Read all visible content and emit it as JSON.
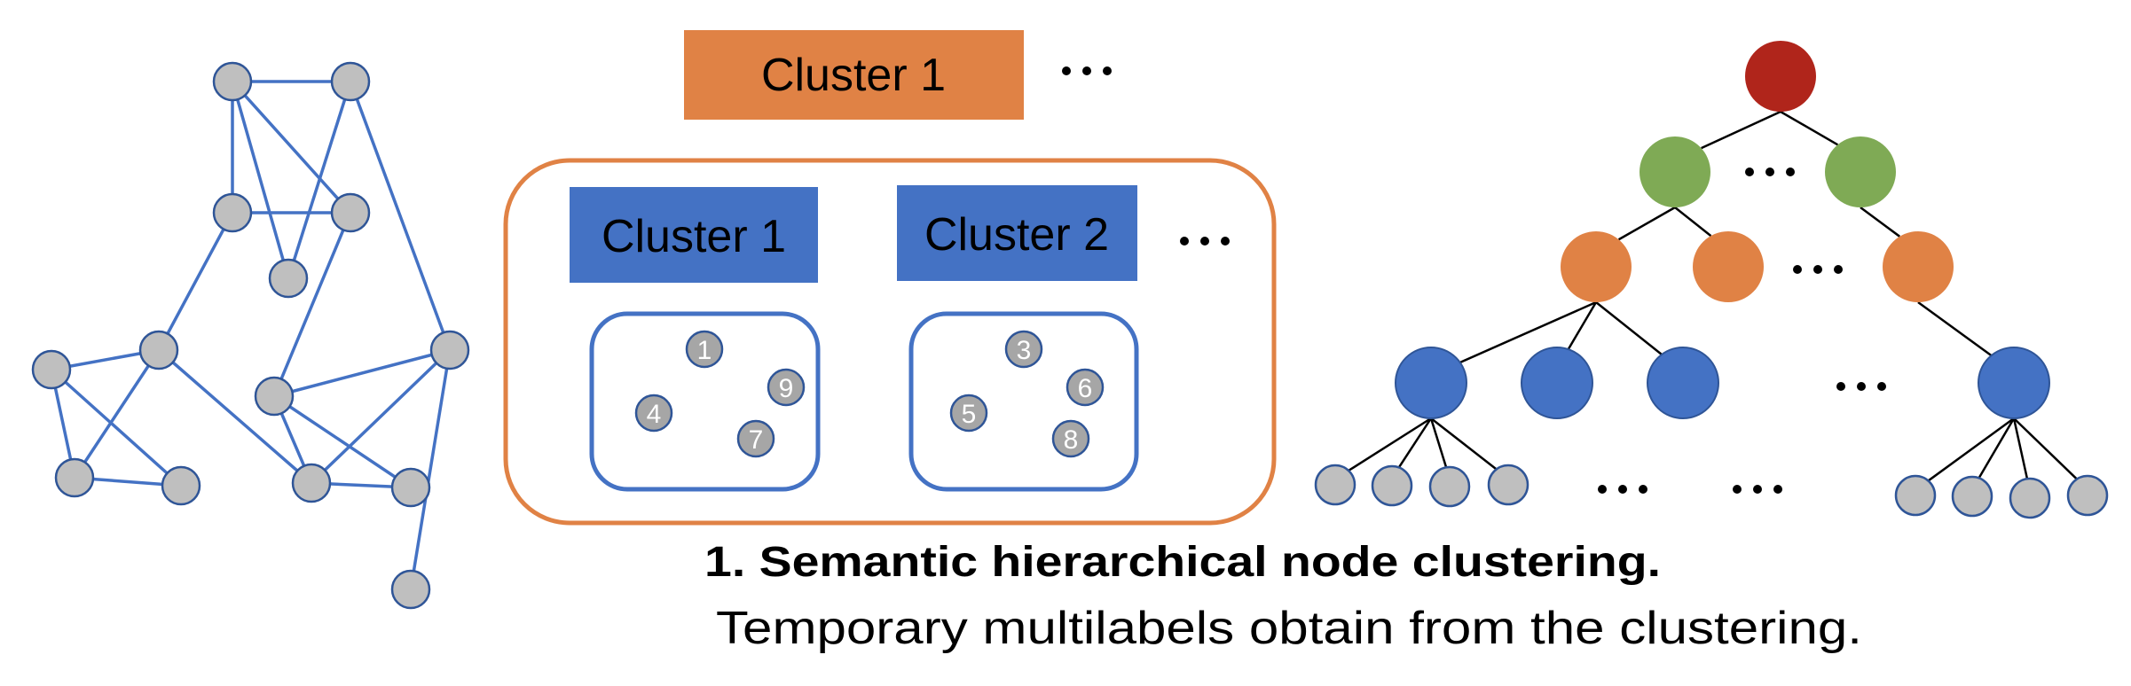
{
  "top_cluster": {
    "label": "Cluster 1",
    "ellipsis": "···"
  },
  "sub_clusters": [
    {
      "label": "Cluster 1",
      "nodes": [
        "1",
        "9",
        "4",
        "7"
      ]
    },
    {
      "label": "Cluster 2",
      "nodes": [
        "3",
        "6",
        "5",
        "8"
      ]
    }
  ],
  "sub_cluster_ellipsis": "···",
  "caption": {
    "title": "1. Semantic hierarchical node clustering.",
    "subtitle": "Temporary multilabels obtain from the clustering."
  },
  "colors": {
    "blue": "#4472C4",
    "orange": "#E08245",
    "red": "#B0251B",
    "green": "#7FAA55",
    "gray": "#BFBFBF",
    "node_stroke": "#2F5597"
  }
}
